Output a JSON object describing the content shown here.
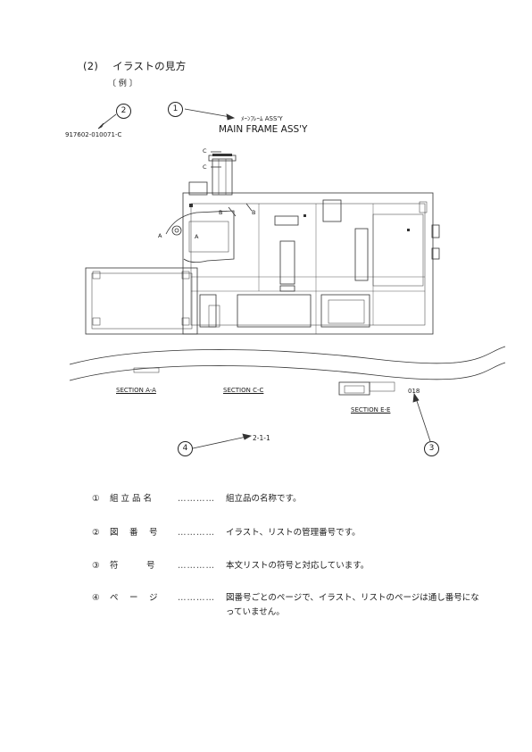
{
  "heading": {
    "number": "(2)",
    "title": "イラストの見方"
  },
  "example_label": "〔 例 〕",
  "illustration": {
    "callout_1": "1",
    "callout_2": "2",
    "callout_3": "3",
    "callout_4": "4",
    "drawing_number": "917602-010071-C",
    "title_jp": "ﾒｰﾝﾌﾚｰﾑ ASS'Y",
    "title_en": "MAIN FRAME ASS'Y",
    "view_label_c1": "C",
    "view_label_c2": "C",
    "view_label_a1": "A",
    "view_label_a2": "A",
    "view_label_b1": "B",
    "view_label_b2": "B",
    "section_aa": "SECTION A-A",
    "section_cc": "SECTION C-C",
    "section_ee": "SECTION E-E",
    "part_symbol": "018",
    "page_number": "2-1-1"
  },
  "legend": [
    {
      "mark": "①",
      "term": "組 立 品 名",
      "dots": "…………",
      "desc": "組立品の名称です。"
    },
    {
      "mark": "②",
      "term": "図　 番　 号",
      "dots": "…………",
      "desc": "イラスト、リストの管理番号です。"
    },
    {
      "mark": "③",
      "term": "符　　　 号",
      "dots": "…………",
      "desc": "本文リストの符号と対応しています。"
    },
    {
      "mark": "④",
      "term": "ペ　 ー　 ジ",
      "dots": "…………",
      "desc": "図番号ごとのページで、イラスト、リストのページは通し番号になっていません。"
    }
  ]
}
